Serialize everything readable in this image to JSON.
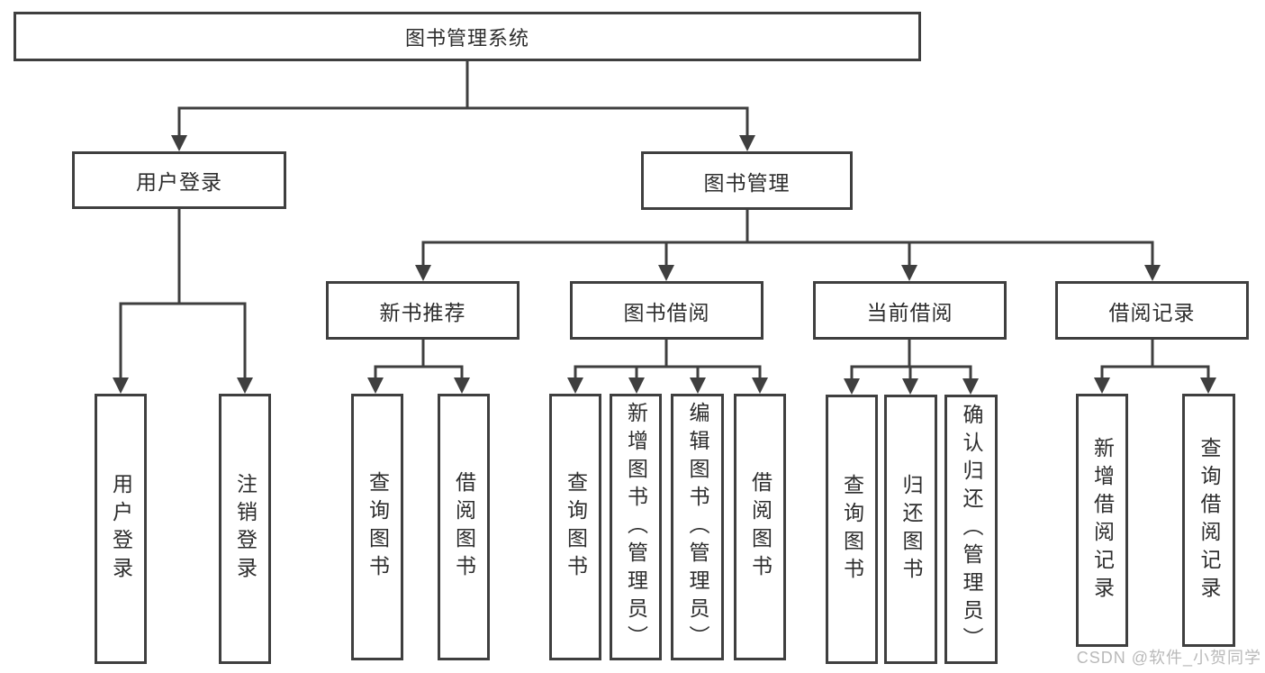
{
  "diagram": {
    "root": {
      "label": "图书管理系统"
    },
    "branches": [
      {
        "label": "用户登录",
        "children": [
          {
            "label": "用户登录"
          },
          {
            "label": "注销登录"
          }
        ]
      },
      {
        "label": "图书管理",
        "children": [
          {
            "label": "新书推荐",
            "children": [
              {
                "label": "查询图书"
              },
              {
                "label": "借阅图书"
              }
            ]
          },
          {
            "label": "图书借阅",
            "children": [
              {
                "label": "查询图书"
              },
              {
                "label": "新增图书（管理员）"
              },
              {
                "label": "编辑图书（管理员）"
              },
              {
                "label": "借阅图书"
              }
            ]
          },
          {
            "label": "当前借阅",
            "children": [
              {
                "label": "查询图书"
              },
              {
                "label": "归还图书"
              },
              {
                "label": "确认归还（管理员）"
              }
            ]
          },
          {
            "label": "借阅记录",
            "children": [
              {
                "label": "新增借阅记录"
              },
              {
                "label": "查询借阅记录"
              }
            ]
          }
        ]
      }
    ]
  },
  "watermark": {
    "text": "CSDN @软件_小贺同学"
  },
  "colors": {
    "line": "#3f3f3f",
    "text": "#2d2d2d",
    "background": "#ffffff",
    "watermark": "#b9b9b9"
  }
}
